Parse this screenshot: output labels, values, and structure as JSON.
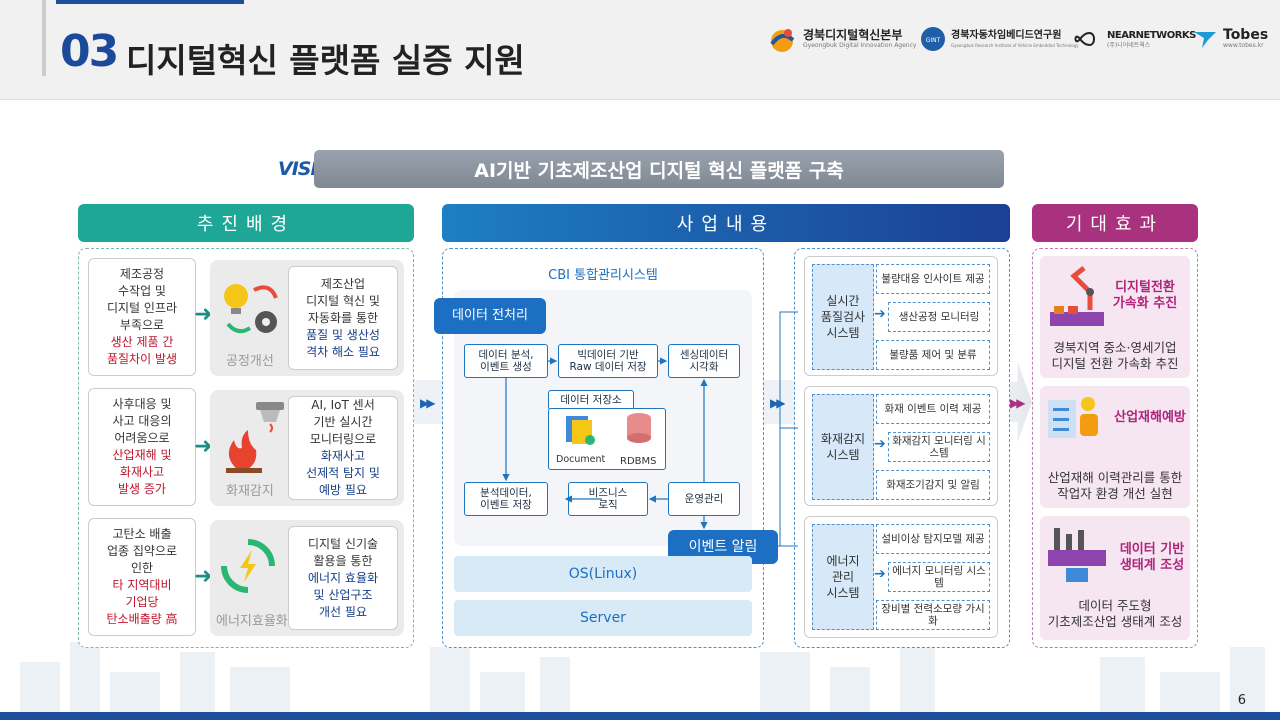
{
  "header": {
    "number": "03",
    "title": "디지털혁신 플랫폼 실증 지원",
    "logos": [
      {
        "name": "경북디지털혁신본부",
        "sub": "Gyeongbuk Digital Innovation Agency"
      },
      {
        "name": "경북자동차임베디드연구원",
        "sub": "Gyeongbuk Research Institute of Vehicle Embedded Technology"
      },
      {
        "name": "NEARNETWORKS",
        "sub": "(주)니어네트웍스"
      },
      {
        "name": "Tobes",
        "sub": "www.tobes.kr"
      }
    ]
  },
  "vision": {
    "label": "VISION",
    "text": "AI기반 기초제조산업 디지털 혁신 플랫폼 구축"
  },
  "columns": {
    "background": "추진배경",
    "business": "사업내용",
    "effect": "기대효과"
  },
  "colors": {
    "teal": "#1ea696",
    "navy": "#1b58a5",
    "magenta": "#a8327e",
    "red": "#c0142b"
  },
  "background_rows": [
    {
      "problem": [
        "제조공정",
        "수작업 및",
        "디지털 인프라",
        "부족으로"
      ],
      "problem_red": [
        "생산 제품 간",
        "품질차이 발생"
      ],
      "icon": "bulb-gear-icon",
      "label": "공정개선",
      "need": [
        "제조산업",
        "디지털 혁신 및",
        "자동화를 통한"
      ],
      "need_navy": [
        "품질 및 생산성",
        "격차 해소 필요"
      ]
    },
    {
      "problem": [
        "사후대응 및",
        "사고 대응의",
        "어려움으로"
      ],
      "problem_red": [
        "산업재해 및",
        "화재사고",
        "발생 증가"
      ],
      "icon": "fire-alarm-icon",
      "label": "화재감지",
      "need": [
        "AI, IoT 센서",
        "기반 실시간",
        "모니터링으로"
      ],
      "need_navy": [
        "화재사고",
        "선제적 탐지 및",
        "예방 필요"
      ]
    },
    {
      "problem": [
        "고탄소 배출",
        "업종 집약으로",
        "인한"
      ],
      "problem_red": [
        "타 지역대비",
        "기업당",
        "탄소배출량 高"
      ],
      "icon": "energy-cycle-icon",
      "label": "에너지효율화",
      "need": [
        "디지털 신기술",
        "활용을 통한"
      ],
      "need_navy": [
        "에너지 효율화",
        "및 산업구조",
        "개선 필요"
      ]
    }
  ],
  "cbi": {
    "title": "CBI 통합관리시스템",
    "preprocess": "데이터 전처리",
    "analyze": "데이터 분석,\n이벤트 생성",
    "bigdata": "빅데이터 기반\nRaw 데이터 저장",
    "sensing": "센싱데이터\n시각화",
    "storage": "데이터 저장소",
    "document": "Document",
    "rdbms": "RDBMS",
    "analysis_save": "분석데이터,\n이벤트 저장",
    "biz_logic": "비즈니스\n로직",
    "operation": "운영관리",
    "event_alert": "이벤트 알림",
    "os": "OS(Linux)",
    "server": "Server"
  },
  "systems": [
    {
      "name": "실시간\n품질검사\n시스템",
      "items": [
        "불량대응 인사이트 제공",
        "생산공정 모니터링",
        "불량품 제어 및 분류"
      ]
    },
    {
      "name": "화재감지\n시스템",
      "items": [
        "화재 이벤트 이력 제공",
        "화재감지 모니터링 시스템",
        "화재조기감지 및 알림"
      ]
    },
    {
      "name": "에너지\n관리\n시스템",
      "items": [
        "설비이상 탐지모델 제공",
        "에너지 모니터링 시스템",
        "장비별 전력소모량 가시화"
      ]
    }
  ],
  "effects": [
    {
      "title": "디지털전환\n가속화 추진",
      "desc": "경북지역 중소·영세기업\n디지털 전환 가속화 추진",
      "icon": "robot-arm-icon"
    },
    {
      "title": "산업재해예방",
      "desc": "산업재해 이력관리를 통한\n작업자 환경 개선 실현",
      "icon": "worker-checklist-icon"
    },
    {
      "title": "데이터 기반\n생태계 조성",
      "desc": "데이터 주도형\n기초제조산업 생태계 조성",
      "icon": "factory-chip-icon"
    }
  ],
  "page_number": "6"
}
